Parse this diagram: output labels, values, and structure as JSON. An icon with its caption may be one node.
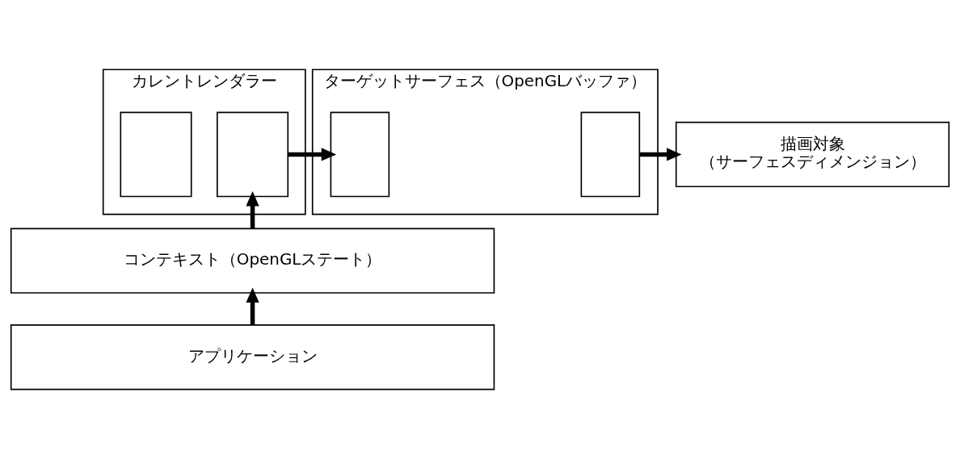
{
  "diagram": {
    "nodes": [
      {
        "text": [
          "カレントレンダラー"
        ]
      },
      {
        "text": [],
        "shape": "box",
        "in": 0
      },
      {
        "text": [],
        "shape": "box",
        "in": 0
      },
      {
        "text": [
          "ターゲットサーフェス（OpenGLバッファ）"
        ]
      },
      {
        "text": [],
        "shape": "box",
        "in": 3
      },
      {
        "text": [],
        "shape": "box",
        "in": 3
      },
      {
        "text": [
          "描画対象",
          "（サーフェスディメンジョン）"
        ]
      },
      {
        "text": [
          "コンテキスト（OpenGLステート）"
        ]
      },
      {
        "text": [
          "アプリケーション"
        ]
      }
    ],
    "edges": [
      {
        "from": 8,
        "to": 7,
        "arrow": "to"
      },
      {
        "from": 7,
        "to": 2,
        "arrow": "to"
      },
      {
        "from": 2,
        "to": 4,
        "arrow": "to"
      },
      {
        "from": 5,
        "to": 6,
        "arrow": "to"
      }
    ]
  }
}
